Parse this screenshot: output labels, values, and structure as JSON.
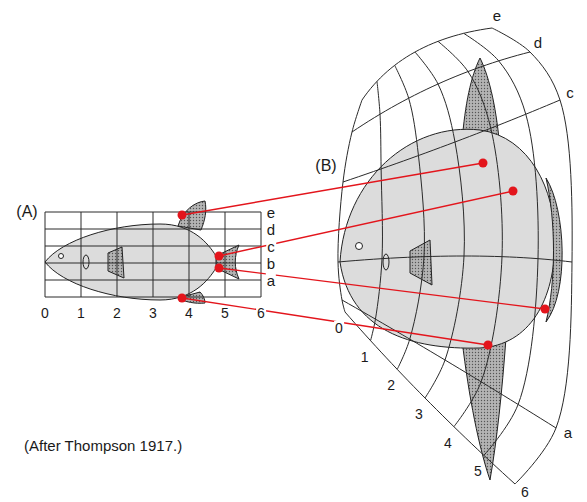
{
  "diagram": {
    "caption": "(After Thompson 1917.)",
    "labels": [
      "(A)",
      "e",
      "d",
      "c",
      "b",
      "a",
      "0",
      "1",
      "2",
      "3",
      "4",
      "5",
      "6",
      "(B)",
      "e",
      "d",
      "c",
      "a",
      "0",
      "1",
      "2",
      "3",
      "4",
      "5",
      "6"
    ]
  }
}
